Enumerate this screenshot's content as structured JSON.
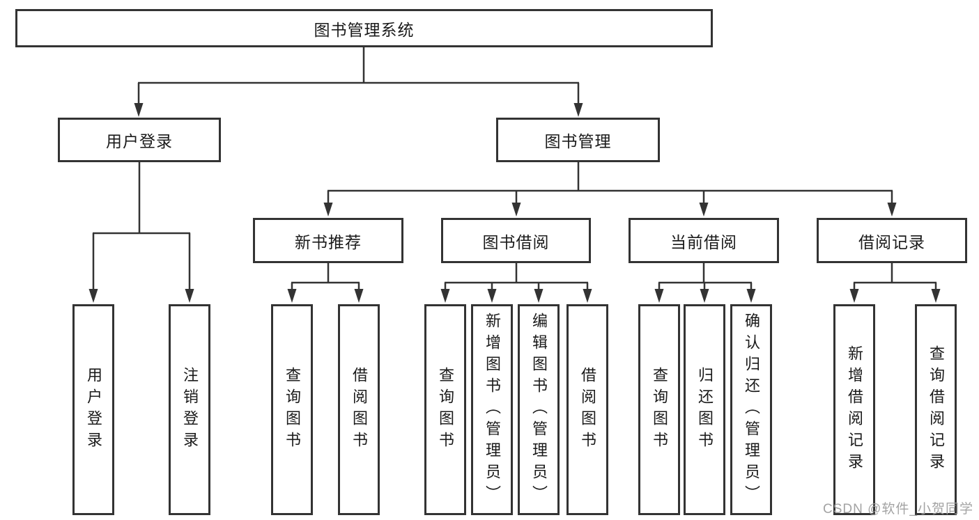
{
  "diagram": {
    "tree": {
      "label": "图书管理系统",
      "children": [
        {
          "label": "用户登录",
          "children": [
            {
              "label": "用户登录"
            },
            {
              "label": "注销登录"
            }
          ]
        },
        {
          "label": "图书管理",
          "children": [
            {
              "label": "新书推荐",
              "children": [
                {
                  "label": "查询图书"
                },
                {
                  "label": "借阅图书"
                }
              ]
            },
            {
              "label": "图书借阅",
              "children": [
                {
                  "label": "查询图书"
                },
                {
                  "label": "新增图书（管理员）"
                },
                {
                  "label": "编辑图书（管理员）"
                },
                {
                  "label": "借阅图书"
                }
              ]
            },
            {
              "label": "当前借阅",
              "children": [
                {
                  "label": "查询图书"
                },
                {
                  "label": "归还图书"
                },
                {
                  "label": "确认归还（管理员）"
                }
              ]
            },
            {
              "label": "借阅记录",
              "children": [
                {
                  "label": "新增借阅记录"
                },
                {
                  "label": "查询借阅记录"
                }
              ]
            }
          ]
        }
      ]
    },
    "watermark": {
      "text": "CSDN @软件_小贺同学"
    },
    "colors": {
      "line": "#333333",
      "node_border": "#333333",
      "node_background": "#ffffff",
      "text": "#1a1a1a",
      "watermark": "#9e9e9e",
      "background": "#ffffff"
    }
  }
}
